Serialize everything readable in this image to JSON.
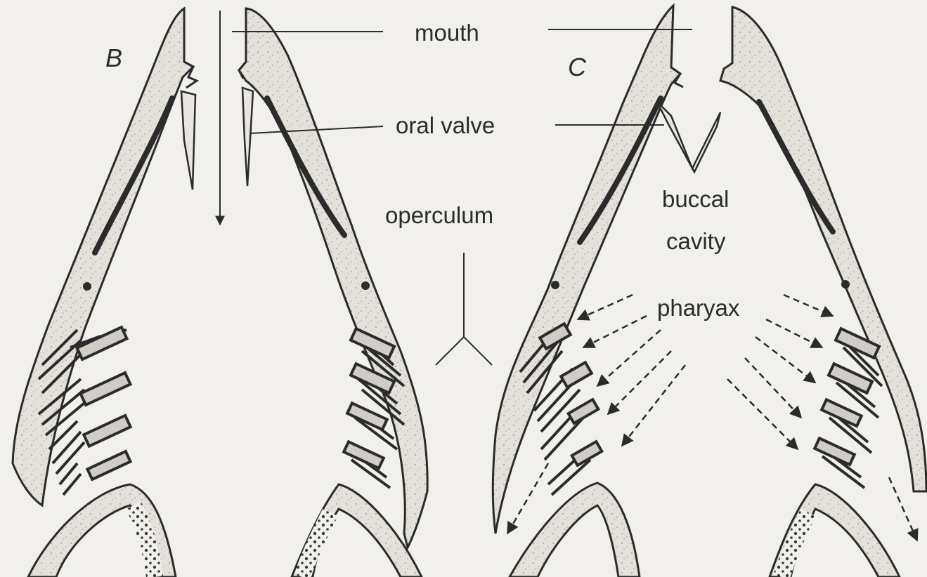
{
  "panels": {
    "left": {
      "letter": "B"
    },
    "right": {
      "letter": "C"
    }
  },
  "labels": {
    "mouth": "mouth",
    "oral_valve": "oral valve",
    "operculum": "operculum",
    "buccal_line1": "buccal",
    "buccal_line2": "cavity",
    "pharynx": "pharyax"
  },
  "colors": {
    "background": "#f1f0ec",
    "ink": "#2b2b2b",
    "bone_fill": "#e3e1da",
    "filament": "#5a5a5a"
  }
}
